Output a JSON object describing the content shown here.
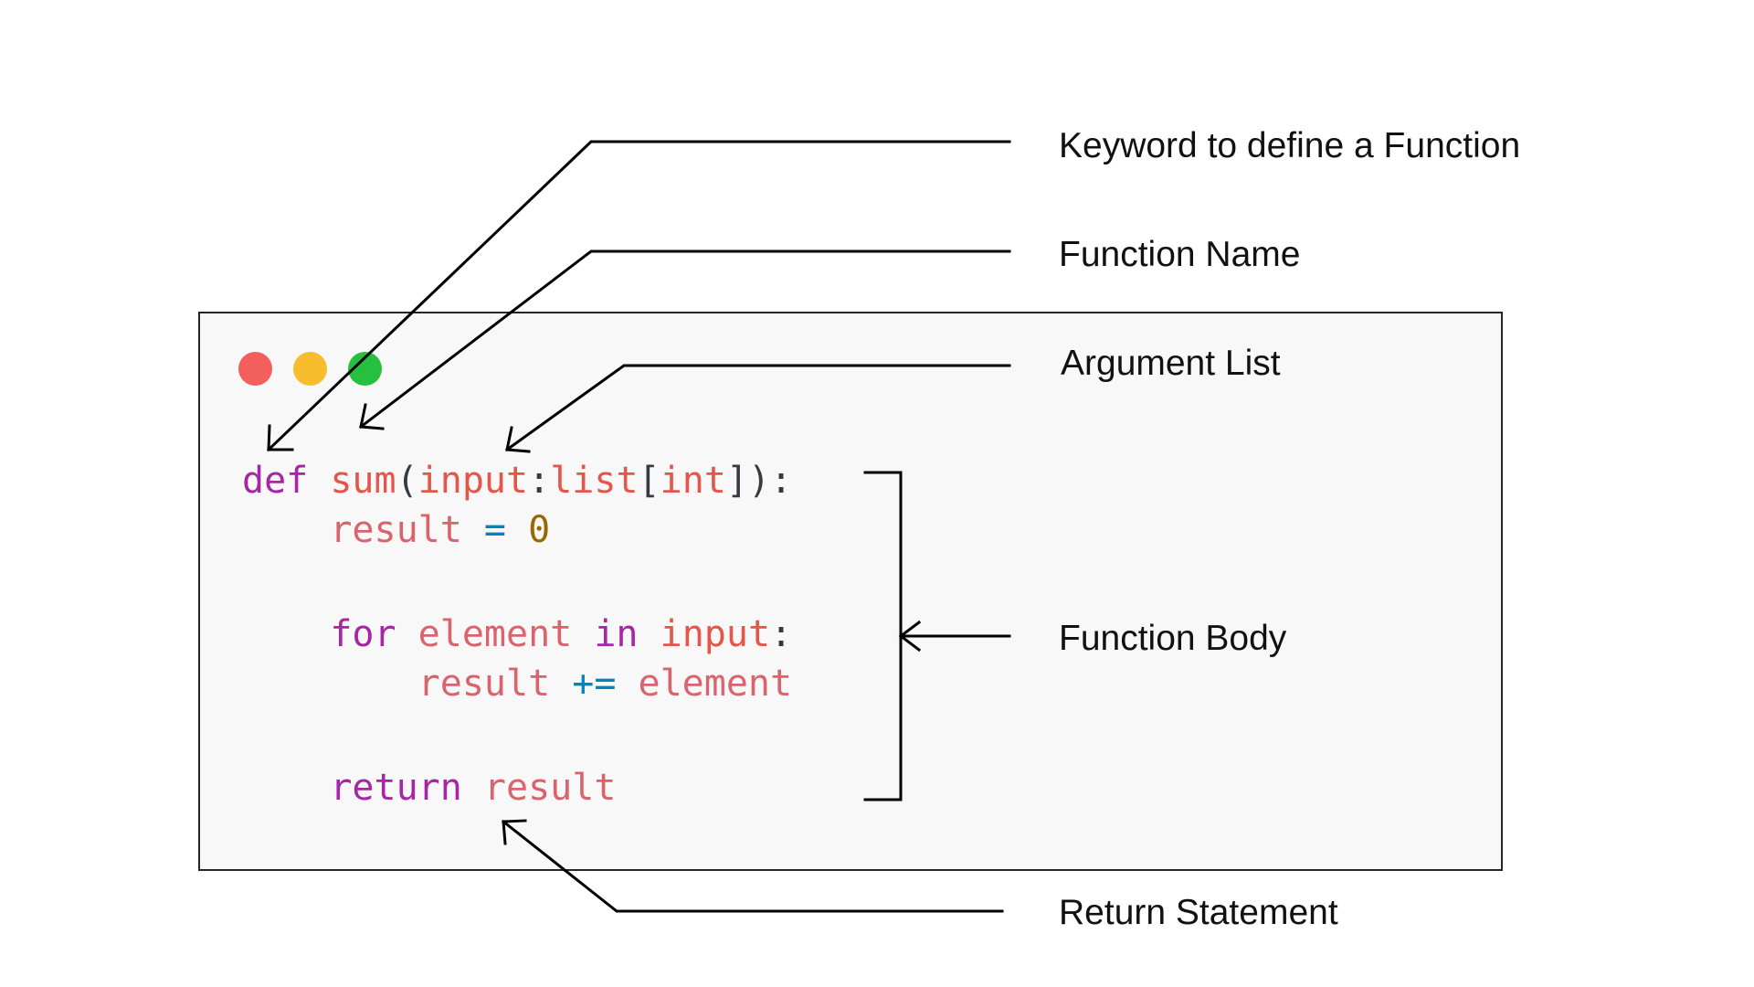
{
  "window_controls": {
    "close_color": "#f25f5c",
    "minimize_color": "#f9bc2c",
    "maximize_color": "#27c03e"
  },
  "code": {
    "lines": [
      [
        {
          "t": "def",
          "k": "kw"
        },
        {
          "t": " ",
          "k": "ws"
        },
        {
          "t": "sum",
          "k": "ident"
        },
        {
          "t": "(",
          "k": "punct"
        },
        {
          "t": "input",
          "k": "ident"
        },
        {
          "t": ":",
          "k": "punct"
        },
        {
          "t": "list",
          "k": "ident"
        },
        {
          "t": "[",
          "k": "punct"
        },
        {
          "t": "int",
          "k": "ident"
        },
        {
          "t": "]):",
          "k": "punct"
        }
      ],
      [
        {
          "t": "    ",
          "k": "ws"
        },
        {
          "t": "result",
          "k": "var"
        },
        {
          "t": " ",
          "k": "ws"
        },
        {
          "t": "=",
          "k": "op"
        },
        {
          "t": " ",
          "k": "ws"
        },
        {
          "t": "0",
          "k": "num"
        }
      ],
      [],
      [
        {
          "t": "    ",
          "k": "ws"
        },
        {
          "t": "for",
          "k": "kw"
        },
        {
          "t": " ",
          "k": "ws"
        },
        {
          "t": "element",
          "k": "var"
        },
        {
          "t": " ",
          "k": "ws"
        },
        {
          "t": "in",
          "k": "kw"
        },
        {
          "t": " ",
          "k": "ws"
        },
        {
          "t": "input",
          "k": "ident"
        },
        {
          "t": ":",
          "k": "punct"
        }
      ],
      [
        {
          "t": "        ",
          "k": "ws"
        },
        {
          "t": "result",
          "k": "var"
        },
        {
          "t": " ",
          "k": "ws"
        },
        {
          "t": "+=",
          "k": "op"
        },
        {
          "t": " ",
          "k": "ws"
        },
        {
          "t": "element",
          "k": "var"
        }
      ],
      [],
      [
        {
          "t": "    ",
          "k": "ws"
        },
        {
          "t": "return",
          "k": "kw"
        },
        {
          "t": " ",
          "k": "ws"
        },
        {
          "t": "result",
          "k": "var"
        }
      ]
    ]
  },
  "annotations": {
    "keyword": "Keyword to define a Function",
    "function_name": "Function Name",
    "argument_list": "Argument List",
    "function_body": "Function Body",
    "return_statement": "Return Statement"
  }
}
